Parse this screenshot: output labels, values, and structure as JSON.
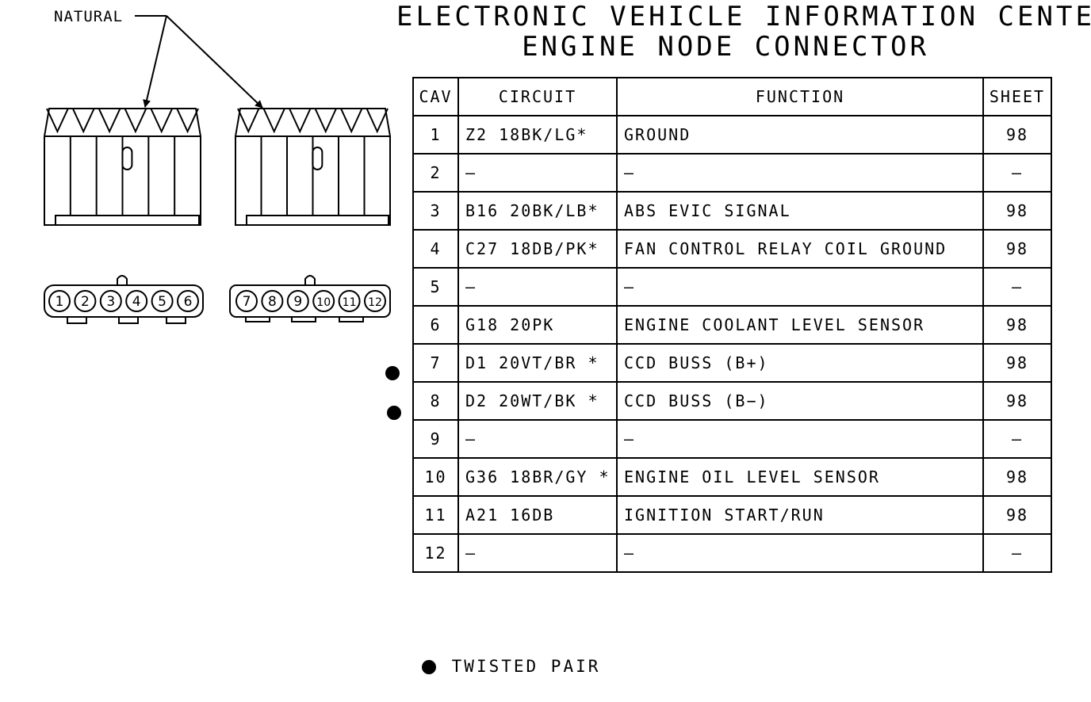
{
  "title": {
    "line1": "ELECTRONIC VEHICLE INFORMATION CENTER",
    "line2": "ENGINE NODE CONNECTOR"
  },
  "callout": {
    "label": "NATURAL"
  },
  "connector": {
    "pins_left": [
      "1",
      "2",
      "3",
      "4",
      "5",
      "6"
    ],
    "pins_right": [
      "7",
      "8",
      "9",
      "10",
      "11",
      "12"
    ]
  },
  "table": {
    "headers": {
      "cav": "CAV",
      "circuit": "CIRCUIT",
      "function": "FUNCTION",
      "sheet": "SHEET"
    },
    "rows": [
      {
        "cav": "1",
        "circuit": "Z2 18BK/LG*",
        "function": "GROUND",
        "sheet": "98",
        "twisted": false
      },
      {
        "cav": "2",
        "circuit": "—",
        "function": "—",
        "sheet": "—",
        "twisted": false
      },
      {
        "cav": "3",
        "circuit": "B16 20BK/LB*",
        "function": "ABS EVIC SIGNAL",
        "sheet": "98",
        "twisted": false
      },
      {
        "cav": "4",
        "circuit": "C27 18DB/PK*",
        "function": "FAN CONTROL RELAY COIL GROUND",
        "sheet": "98",
        "twisted": false
      },
      {
        "cav": "5",
        "circuit": "—",
        "function": "—",
        "sheet": "—",
        "twisted": false
      },
      {
        "cav": "6",
        "circuit": "G18 20PK",
        "function": "ENGINE COOLANT LEVEL SENSOR",
        "sheet": "98",
        "twisted": false
      },
      {
        "cav": "7",
        "circuit": "D1 20VT/BR *",
        "function": "CCD BUSS (B+)",
        "sheet": "98",
        "twisted": true
      },
      {
        "cav": "8",
        "circuit": "D2 20WT/BK *",
        "function": "CCD BUSS (B−)",
        "sheet": "98",
        "twisted": true
      },
      {
        "cav": "9",
        "circuit": "—",
        "function": "—",
        "sheet": "—",
        "twisted": false
      },
      {
        "cav": "10",
        "circuit": "G36 18BR/GY *",
        "function": "ENGINE OIL LEVEL SENSOR",
        "sheet": "98",
        "twisted": false
      },
      {
        "cav": "11",
        "circuit": "A21 16DB",
        "function": "IGNITION START/RUN",
        "sheet": "98",
        "twisted": false
      },
      {
        "cav": "12",
        "circuit": "—",
        "function": "—",
        "sheet": "—",
        "twisted": false
      }
    ]
  },
  "legend": {
    "twisted_pair": "TWISTED PAIR"
  },
  "colors": {
    "ink": "#000000",
    "paper": "#ffffff"
  }
}
